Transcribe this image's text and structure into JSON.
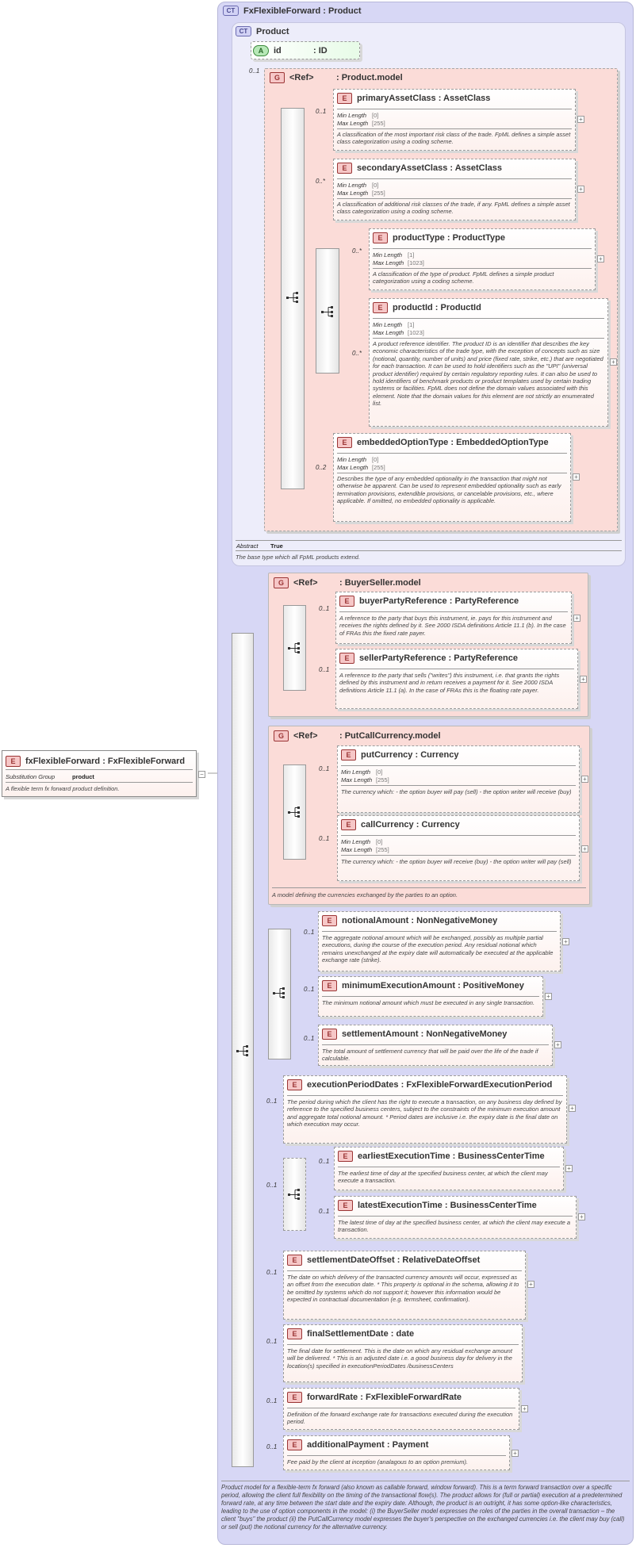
{
  "root": {
    "badge": "E",
    "name": "fxFlexibleForward",
    "type": "FxFlexibleForward",
    "subst_label": "Substitution Group",
    "subst_value": "product",
    "doc": "A flexible term fx forward product definition."
  },
  "ct_outer": {
    "badge": "CT",
    "title": "FxFlexibleForward : Product",
    "doc": "Product model for a flexible-term fx forward (also known as callable forward, window forward). This is a term forward transaction over a specific period, allowing the client full flexibility on the timing of the transactional flow(s). The product allows for (full or partial) execution at a predetermined forward rate, at any time between the start date and the expiry date. Although, the product is an outright, it has some option-like characteristics, leading to the use of option components in the model: (i) the BuyerSeller model expresses the roles of the parties in the overall transaction – the client \"buys\" the product (ii) the PutCallCurrency model expresses the buyer's perspective on the exchanged currencies i.e. the client may buy (call) or sell (put) the notional currency for the alternative currency."
  },
  "ct_inner": {
    "badge": "CT",
    "title": "Product",
    "abstract_label": "Abstract",
    "abstract_value": "True",
    "doc": "The base type which all FpML products extend."
  },
  "attr_id": {
    "badge": "A",
    "name": "id",
    "type": ": ID"
  },
  "product_model": {
    "badge": "G",
    "ref": "<Ref>",
    "name": ": Product.model",
    "card": "0..1"
  },
  "facet_labels": {
    "min": "Min Length",
    "max": "Max Length"
  },
  "elements": {
    "primaryAssetClass": {
      "name": "primaryAssetClass",
      "type": "AssetClass",
      "card": "0..1",
      "min": "[0]",
      "max": "[255]",
      "doc": "A classification of the most important risk class of the trade. FpML defines a simple asset class categorization using a coding scheme."
    },
    "secondaryAssetClass": {
      "name": "secondaryAssetClass",
      "type": "AssetClass",
      "card": "0..*",
      "min": "[0]",
      "max": "[255]",
      "doc": "A classification of additional risk classes of the trade, if any. FpML defines a simple asset class categorization using a coding scheme."
    },
    "productType": {
      "name": "productType",
      "type": "ProductType",
      "card": "0..*",
      "min": "[1]",
      "max": "[1023]",
      "doc": "A classification of the type of product. FpML defines a simple product categorization using a coding scheme."
    },
    "productId": {
      "name": "productId",
      "type": "ProductId",
      "card": "0..*",
      "min": "[1]",
      "max": "[1023]",
      "doc": "A product reference identifier. The product ID is an identifier that describes the key economic characteristics of the trade type, with the exception of concepts such as size (notional, quantity, number of units) and price (fixed rate, strike, etc.) that are negotiated for each transaction. It can be used to hold identifiers such as the \"UPI\" (universal product identifier) required by certain regulatory reporting rules. It can also be used to hold identifiers of benchmark products or product templates used by certain trading systems or facilities. FpML does not define the domain values associated with this element. Note that the domain values for this element are not strictly an enumerated list."
    },
    "embeddedOptionType": {
      "name": "embeddedOptionType",
      "type": "EmbeddedOptionType",
      "card": "0..2",
      "min": "[0]",
      "max": "[255]",
      "doc": "Describes the type of any embedded optionality in the transaction that might not otherwise be apparent. Can be used to represent embedded optionality such as early termination provisions, extendible provisions, or cancelable provisions, etc., where applicable. If omitted, no embedded optionality is applicable."
    },
    "buyerPartyReference": {
      "name": "buyerPartyReference",
      "type": "PartyReference",
      "card": "0..1",
      "doc": "A reference to the party that buys this instrument, ie. pays for this instrument and receives the rights defined by it. See 2000 ISDA definitions Article 11.1 (b). In the case of FRAs this the fixed rate payer."
    },
    "sellerPartyReference": {
      "name": "sellerPartyReference",
      "type": "PartyReference",
      "card": "0..1",
      "doc": "A reference to the party that sells (\"writes\") this instrument, i.e. that grants the rights defined by this instrument and in return receives a payment for it. See 2000 ISDA definitions Article 11.1 (a). In the case of FRAs this is the floating rate payer."
    },
    "putCurrency": {
      "name": "putCurrency",
      "type": "Currency",
      "card": "0..1",
      "min": "[0]",
      "max": "[255]",
      "doc": "The currency which: - the option buyer will pay (sell) - the option writer will receive (buy)"
    },
    "callCurrency": {
      "name": "callCurrency",
      "type": "Currency",
      "card": "0..1",
      "min": "[0]",
      "max": "[255]",
      "doc": "The currency which: - the option buyer will receive (buy) - the option writer will pay (sell)"
    },
    "notionalAmount": {
      "name": "notionalAmount",
      "type": "NonNegativeMoney",
      "card": "0..1",
      "doc": "The aggregate notional amount which will be exchanged, possibly as multiple partial executions, during the course of the execution period. Any residual notional which remains unexchanged at the expiry date will automatically be executed at the applicable exchange rate (strike)."
    },
    "minimumExecutionAmount": {
      "name": "minimumExecutionAmount",
      "type": "PositiveMoney",
      "card": "0..1",
      "doc": "The minimum notional amount which must be executed in any single transaction."
    },
    "settlementAmount": {
      "name": "settlementAmount",
      "type": "NonNegativeMoney",
      "card": "0..1",
      "doc": "The total amount of settlement currency that will be paid over the life of the trade if calculable."
    },
    "executionPeriodDates": {
      "name": "executionPeriodDates",
      "type": "FxFlexibleForwardExecutionPeriod",
      "card": "0..1",
      "doc": "The period during which the client has the right to execute a transaction, on any business day defined by reference to the specified business centers, subject to the constraints of the minimum execution amount and aggregate total notional amount. * Period dates are inclusive i.e. the expiry date is the final date on which execution may occur."
    },
    "earliestExecutionTime": {
      "name": "earliestExecutionTime",
      "type": "BusinessCenterTime",
      "card": "0..1",
      "doc": "The earliest time of day at the specified business center, at which the client may execute a transaction."
    },
    "latestExecutionTime": {
      "name": "latestExecutionTime",
      "type": "BusinessCenterTime",
      "card": "0..1",
      "doc": "The latest time of day at the specified business center, at which the client may execute a transaction."
    },
    "settlementDateOffset": {
      "name": "settlementDateOffset",
      "type": "RelativeDateOffset",
      "card": "0..1",
      "doc": "The date on which delivery of the transacted currency amounts will occur, expressed as an offset from the execution date. * This property is optional in the schema, allowing it to be omitted by systems which do not support it; however this information would be expected in contractual documentation (e.g. termsheet, confirmation)."
    },
    "finalSettlementDate": {
      "name": "finalSettlementDate",
      "type": "date",
      "card": "0..1",
      "doc": "The final date for settlement. This is the date on which any residual exchange amount will be delivered. * This is an adjusted date i.e. a good business day for delivery in the location(s) specified in executionPeriodDates /businessCenters"
    },
    "forwardRate": {
      "name": "forwardRate",
      "type": "FxFlexibleForwardRate",
      "card": "0..1",
      "doc": "Definition of the forward exchange rate for transactions executed during the execution period."
    },
    "additionalPayment": {
      "name": "additionalPayment",
      "type": "Payment",
      "card": "0..1",
      "doc": "Fee paid by the client at inception (analagous to an option premium)."
    }
  },
  "buyer_seller_model": {
    "badge": "G",
    "ref": "<Ref>",
    "name": ": BuyerSeller.model"
  },
  "putcall_model": {
    "badge": "G",
    "ref": "<Ref>",
    "name": ": PutCallCurrency.model",
    "doc": "A model defining the currencies exchanged by the parties to an option."
  },
  "seq_choice_card": "0..1",
  "plus": "+",
  "minus": "−"
}
